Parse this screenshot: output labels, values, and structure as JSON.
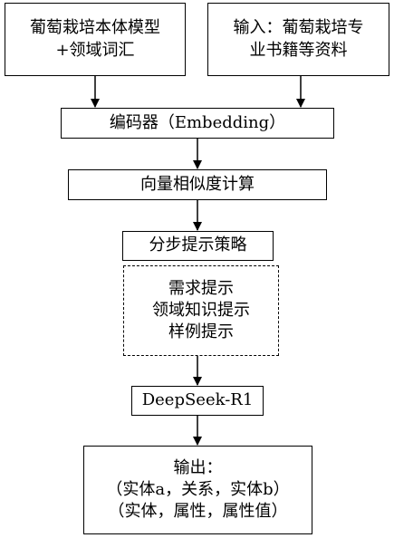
{
  "nodes": {
    "ontology": {
      "lines": [
        "葡萄栽培本体模型",
        "+领域词汇"
      ]
    },
    "input": {
      "lines": [
        "输入：葡萄栽培专",
        "业书籍等资料"
      ]
    },
    "encoder": {
      "label": "编码器（Embedding）"
    },
    "similarity": {
      "label": "向量相似度计算"
    },
    "strategy": {
      "label": "分步提示策略"
    },
    "prompts": {
      "lines": [
        "需求提示",
        "领域知识提示",
        "样例提示"
      ]
    },
    "model": {
      "label": "DeepSeek-R1"
    },
    "output": {
      "lines": [
        "输出：",
        "（实体a，关系，实体b）",
        "（实体，属性，属性值）"
      ]
    }
  }
}
